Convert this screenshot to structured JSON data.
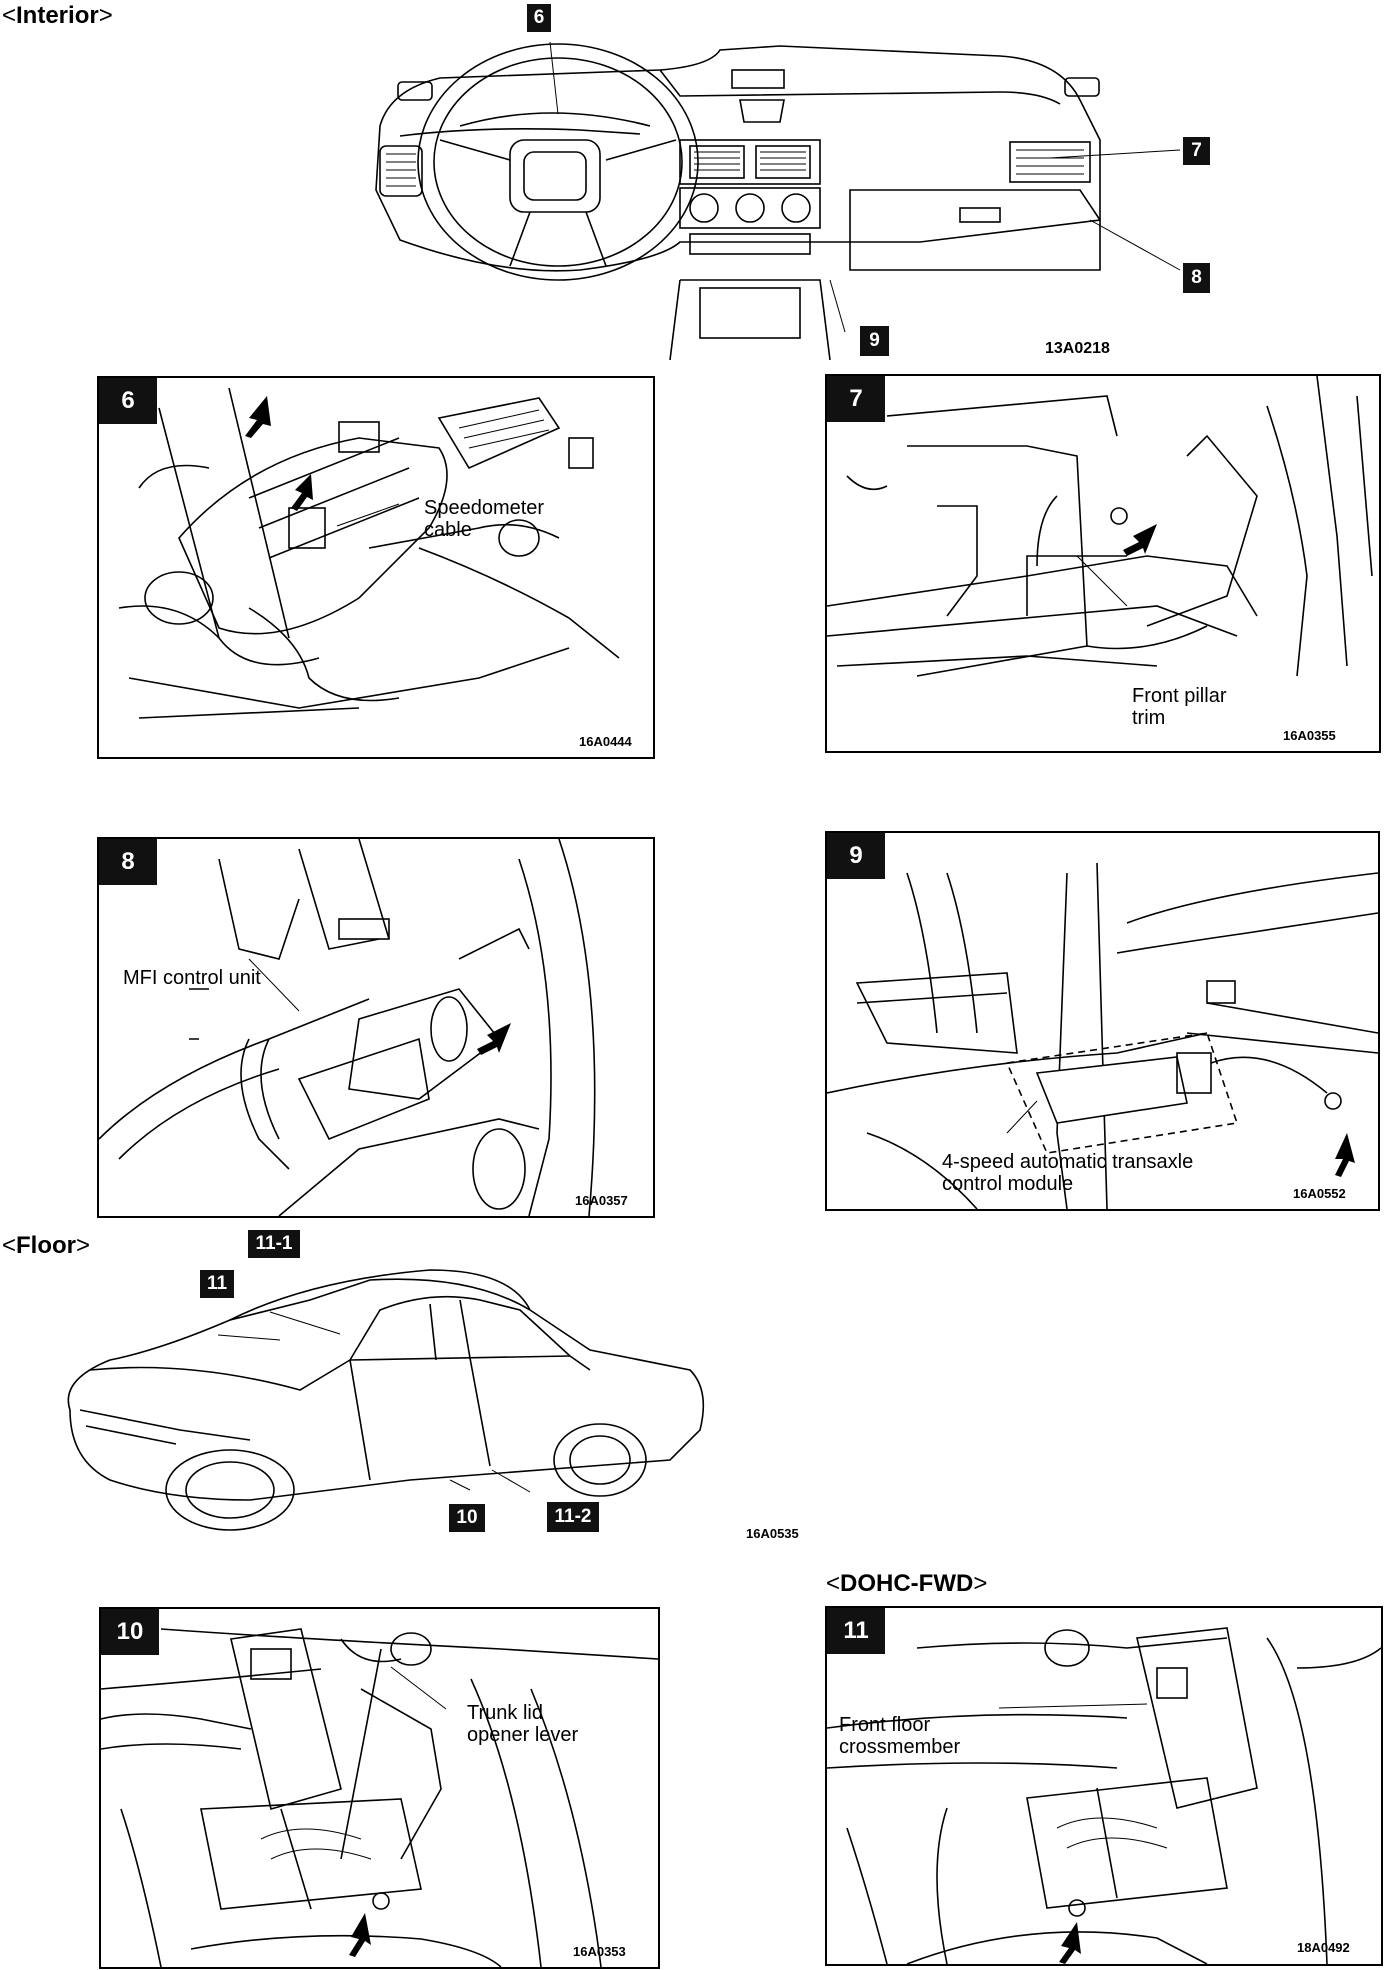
{
  "sections": {
    "interior": "Interior",
    "floor": "Floor",
    "dohc": "DOHC-FWD"
  },
  "overview_interior": {
    "callouts": [
      "6",
      "7",
      "8",
      "9"
    ],
    "fig_code": "13A0218"
  },
  "overview_floor": {
    "callouts": [
      "11-1",
      "11",
      "10",
      "11-2"
    ],
    "fig_code": "16A0535"
  },
  "panels": [
    {
      "number": "6",
      "fig_code": "16A0444",
      "label_lines": [
        "Speedometer",
        "cable"
      ]
    },
    {
      "number": "7",
      "fig_code": "16A0355",
      "label_lines": [
        "Front  pillar",
        "trim"
      ]
    },
    {
      "number": "8",
      "fig_code": "16A0357",
      "label_lines": [
        "MFI control unit"
      ]
    },
    {
      "number": "9",
      "fig_code": "16A0552",
      "label_lines": [
        "4-speed automatic transaxle",
        "control module"
      ]
    },
    {
      "number": "10",
      "fig_code": "16A0353",
      "label_lines": [
        "Trunk lid",
        "opener  lever"
      ]
    },
    {
      "number": "11",
      "fig_code": "18A0492",
      "label_lines": [
        "Front  floor",
        "crossmember"
      ]
    }
  ]
}
